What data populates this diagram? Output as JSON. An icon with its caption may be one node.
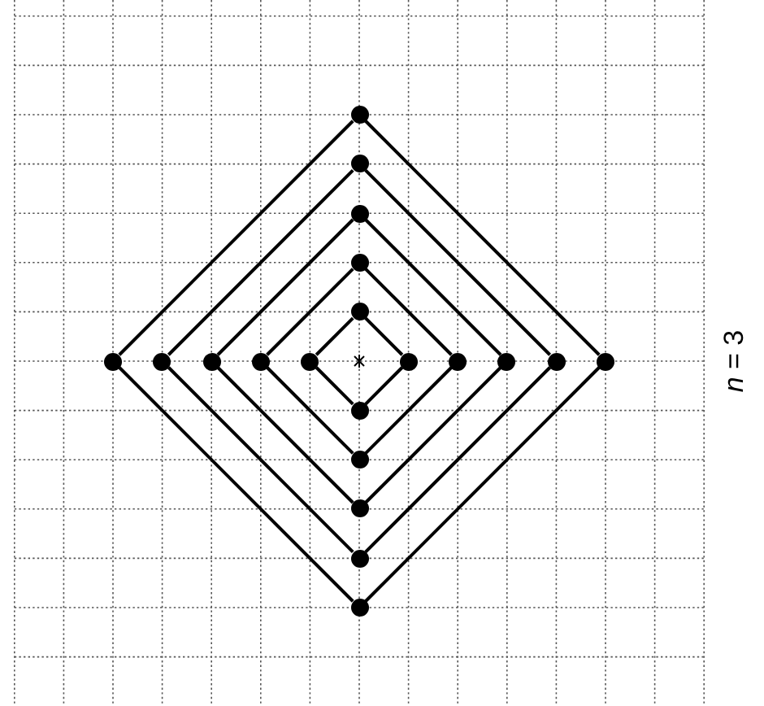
{
  "diagram": {
    "nodes": [
      {
        "text": [],
        "shape": "circle"
      },
      {
        "text": [],
        "shape": "circle"
      },
      {
        "text": [],
        "shape": "circle"
      },
      {
        "text": [],
        "shape": "circle"
      },
      {
        "text": [],
        "shape": "circle"
      },
      {
        "text": [],
        "shape": "circle"
      },
      {
        "text": [],
        "shape": "circle"
      },
      {
        "text": [],
        "shape": "circle"
      },
      {
        "text": [],
        "shape": "circle"
      },
      {
        "text": [],
        "shape": "circle"
      },
      {
        "text": [],
        "shape": "circle"
      },
      {
        "text": [],
        "shape": "circle"
      },
      {
        "text": [],
        "shape": "circle"
      },
      {
        "text": [],
        "shape": "circle"
      },
      {
        "text": [],
        "shape": "circle"
      },
      {
        "text": [],
        "shape": "circle"
      },
      {
        "text": [],
        "shape": "circle"
      },
      {
        "text": [],
        "shape": "circle"
      },
      {
        "text": [],
        "shape": "circle"
      },
      {
        "text": [],
        "shape": "circle"
      }
    ],
    "edges": [
      {
        "from": 4,
        "to": 10,
        "arrow": "none"
      },
      {
        "from": 10,
        "to": 15,
        "arrow": "none"
      },
      {
        "from": 15,
        "to": 9,
        "arrow": "none"
      },
      {
        "from": 9,
        "to": 4,
        "arrow": "none"
      },
      {
        "from": 3,
        "to": 11,
        "arrow": "none"
      },
      {
        "from": 11,
        "to": 16,
        "arrow": "none"
      },
      {
        "from": 16,
        "to": 8,
        "arrow": "none"
      },
      {
        "from": 8,
        "to": 3,
        "arrow": "none"
      },
      {
        "from": 2,
        "to": 12,
        "arrow": "none"
      },
      {
        "from": 12,
        "to": 17,
        "arrow": "none"
      },
      {
        "from": 17,
        "to": 7,
        "arrow": "none"
      },
      {
        "from": 7,
        "to": 2,
        "arrow": "none"
      },
      {
        "from": 1,
        "to": 13,
        "arrow": "none"
      },
      {
        "from": 13,
        "to": 18,
        "arrow": "none"
      },
      {
        "from": 18,
        "to": 6,
        "arrow": "none"
      },
      {
        "from": 6,
        "to": 1,
        "arrow": "none"
      },
      {
        "from": 0,
        "to": 14,
        "arrow": "none"
      },
      {
        "from": 14,
        "to": 19,
        "arrow": "none"
      },
      {
        "from": 19,
        "to": 5,
        "arrow": "none"
      },
      {
        "from": 5,
        "to": 0,
        "arrow": "none"
      }
    ],
    "labels": [
      "*n* = 3"
    ]
  }
}
